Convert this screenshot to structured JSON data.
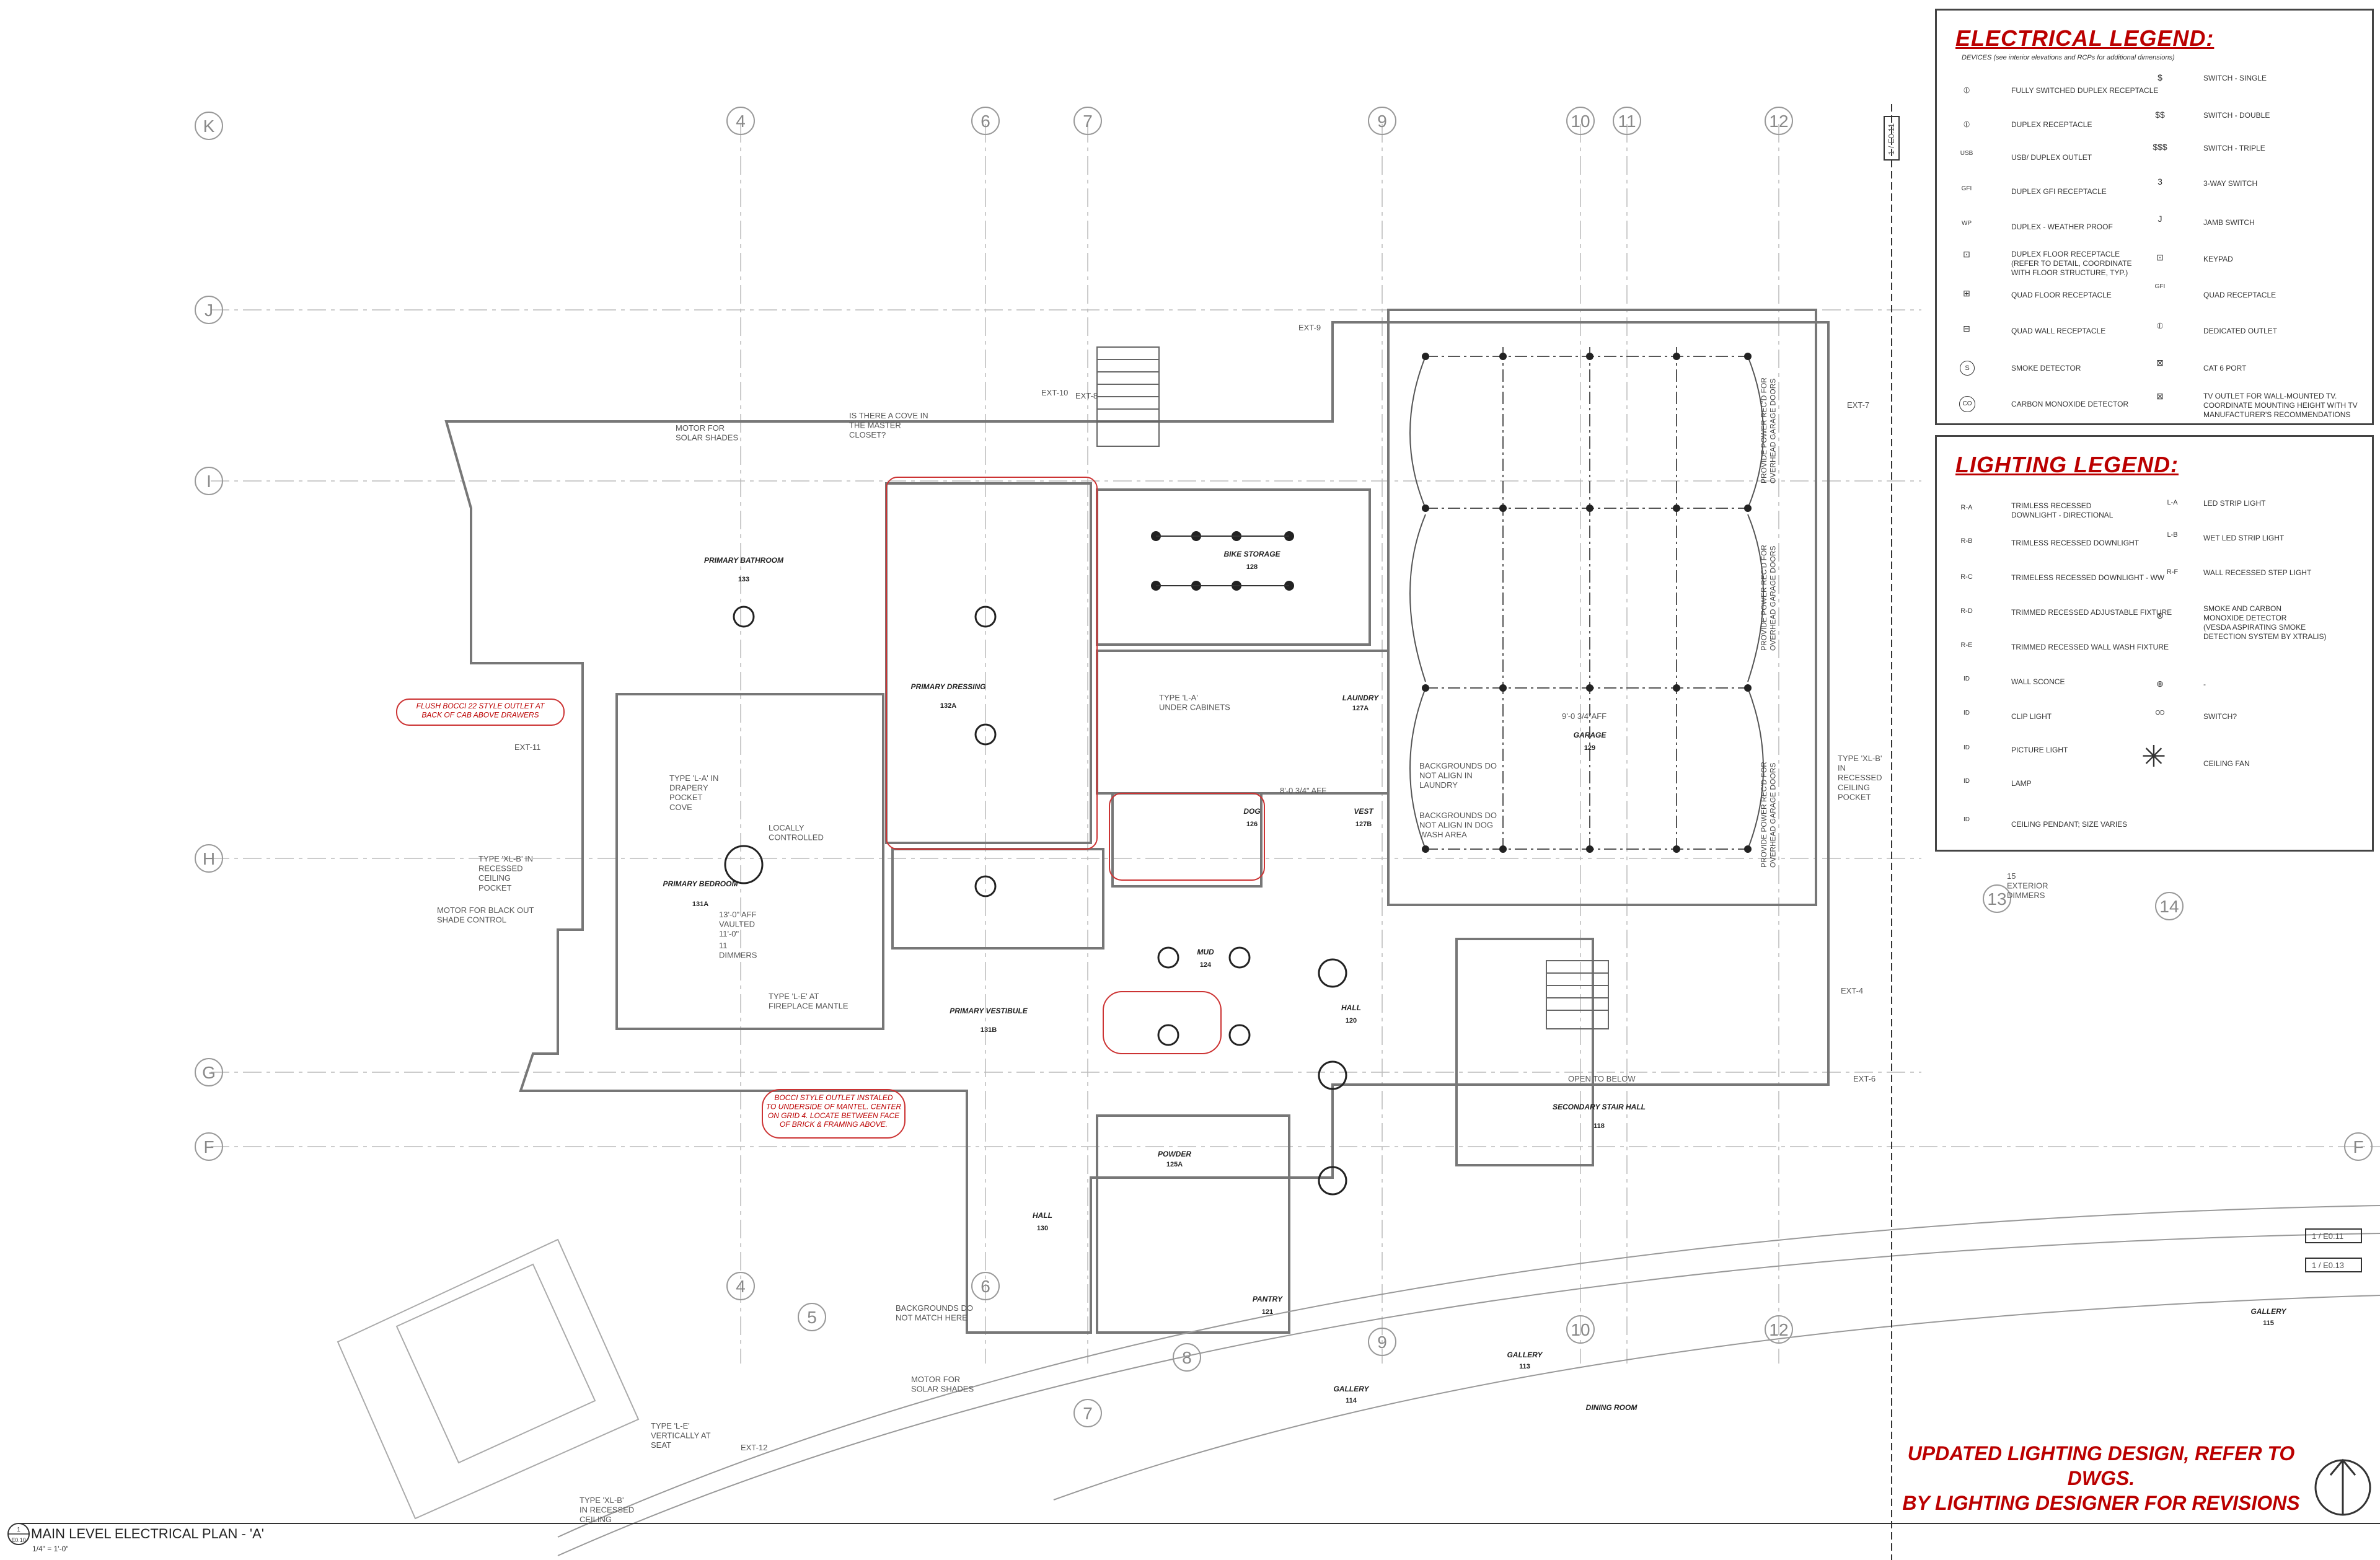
{
  "electrical_legend": {
    "title": "ELECTRICAL LEGEND:",
    "subtitle": "DEVICES (see interior elevations and RCPs for additional dimensions)",
    "left_items": [
      "FULLY SWITCHED DUPLEX RECEPTACLE",
      "DUPLEX RECEPTACLE",
      "USB/ DUPLEX OUTLET",
      "DUPLEX GFI RECEPTACLE",
      "DUPLEX - WEATHER PROOF",
      "DUPLEX FLOOR RECEPTACLE",
      "(REFER TO DETAIL, COORDINATE",
      "WITH FLOOR STRUCTURE, TYP.)",
      "QUAD FLOOR RECEPTACLE",
      "QUAD WALL RECEPTACLE",
      "SMOKE DETECTOR",
      "CARBON MONOXIDE DETECTOR"
    ],
    "left_symbols": [
      "USB",
      "GFI",
      "WP",
      "S",
      "CO"
    ],
    "right_items": [
      "SWITCH - SINGLE",
      "SWITCH - DOUBLE",
      "SWITCH - TRIPLE",
      "3-WAY SWITCH",
      "JAMB SWITCH",
      "KEYPAD",
      "QUAD RECEPTACLE",
      "DEDICATED OUTLET",
      "CAT 6 PORT",
      "TV OUTLET FOR WALL-MOUNTED TV.",
      "COORDINATE MOUNTING HEIGHT WITH TV",
      "MANUFACTURER'S RECOMMENDATIONS"
    ],
    "right_symbols": [
      "$",
      "$$",
      "$$$",
      "3",
      "J",
      "GFI"
    ]
  },
  "lighting_legend": {
    "title": "LIGHTING LEGEND:",
    "left_items": [
      "TRIMLESS RECESSED",
      "DOWNLIGHT - DIRECTIONAL",
      "TRIMLESS RECESSED DOWNLIGHT",
      "TRIMELESS RECESSED DOWNLIGHT - WW",
      "TRIMMED RECESSED ADJUSTABLE FIXTURE",
      "TRIMMED RECESSED WALL WASH FIXTURE",
      "WALL SCONCE",
      "CLIP LIGHT",
      "PICTURE LIGHT",
      "LAMP",
      "CEILING PENDANT; SIZE VARIES"
    ],
    "left_symbols": [
      "R-A",
      "R-B",
      "R-C",
      "R-D",
      "R-E",
      "ID",
      "ID",
      "ID",
      "ID",
      "ID"
    ],
    "right_items": [
      "LED STRIP LIGHT",
      "WET LED STRIP LIGHT",
      "WALL RECESSED STEP LIGHT",
      "SMOKE AND CARBON",
      "MONOXIDE DETECTOR",
      "(VESDA ASPIRATING SMOKE",
      "DETECTION SYSTEM BY XTRALIS)",
      "-",
      "SWITCH?",
      "CEILING FAN"
    ],
    "right_symbols": [
      "L-A",
      "L-B",
      "R-F",
      "OD"
    ]
  },
  "grid_top": [
    "4",
    "6",
    "7",
    "9",
    "10",
    "11",
    "12"
  ],
  "grid_left": [
    "K",
    "J",
    "I",
    "H",
    "G",
    "F"
  ],
  "grid_bottom": [
    "4",
    "5",
    "6",
    "7",
    "8",
    "9",
    "10",
    "12",
    "13",
    "14"
  ],
  "grid_right": [
    "F"
  ],
  "rooms": [
    {
      "name": "PRIMARY BATHROOM",
      "num": "133"
    },
    {
      "name": "PRIMARY DRESSING",
      "num": "132A"
    },
    {
      "name": "BIKE STORAGE",
      "num": "128"
    },
    {
      "name": "GARAGE",
      "num": "129"
    },
    {
      "name": "PRIMARY BEDROOM",
      "num": "131A"
    },
    {
      "name": "DOG",
      "num": "126"
    },
    {
      "name": "VEST",
      "num": "127B"
    },
    {
      "name": "MUD",
      "num": "124"
    },
    {
      "name": "PRIMARY VESTIBULE",
      "num": "131B"
    },
    {
      "name": "HALL",
      "num": "120"
    },
    {
      "name": "SECONDARY STAIR HALL",
      "num": "118"
    },
    {
      "name": "HALL",
      "num": "130"
    },
    {
      "name": "POWDER",
      "num": "125A"
    },
    {
      "name": "PANTRY",
      "num": "121"
    },
    {
      "name": "GALLERY",
      "num": "113"
    },
    {
      "name": "GALLERY",
      "num": "114"
    },
    {
      "name": "GALLERY",
      "num": "115"
    },
    {
      "name": "DINING ROOM",
      "num": ""
    },
    {
      "name": "LAUNDRY",
      "num": "127A"
    }
  ],
  "annotations": {
    "motor_solar": "MOTOR FOR\nSOLAR SHADES",
    "is_there_cove": "IS THERE A COVE IN\nTHE MASTER\nCLOSET?",
    "flush_bocci": "FLUSH BOCCI 22 STYLE OUTLET AT\nBACK OF CAB ABOVE DRAWERS",
    "type_la_drapery": "TYPE 'L-A' IN\nDRAPERY\nPOCKET\nCOVE",
    "locally_controlled": "LOCALLY\nCONTROLLED",
    "type_xlb_left": "TYPE 'XL-B' IN\nRECESSED\nCEILING\nPOCKET",
    "motor_blackout": "MOTOR FOR BLACK OUT\nSHADE CONTROL",
    "vaulted": "13'-0\" AFF\nVAULTED\n11'-0\"",
    "dimmers_11": "11\nDIMMERS",
    "type_le_fireplace": "TYPE 'L-E' AT\nFIREPLACE MANTLE",
    "bocci_mantel": "BOCCI STYLE OUTLET INSTALED\nTO UNDERSIDE OF MANTEL. CENTER\nON GRID 4. LOCATE BETWEEN FACE\nOF BRICK & FRAMING ABOVE.",
    "backgrounds_laundry": "BACKGROUNDS DO\nNOT ALIGN IN\nLAUNDRY",
    "backgrounds_dog": "BACKGROUNDS DO\nNOT ALIGN IN DOG\nWASH AREA",
    "type_xlb_right": "TYPE 'XL-B'\nIN\nRECESSED\nCEILING\nPOCKET",
    "exterior_dimmers": "15\nEXTERIOR\nDIMMERS",
    "garage_height": "9'-0 3/4\"AFF",
    "laundry_height": "8'-0 3/4\" AFF",
    "open_below": "OPEN TO BELOW",
    "under_cabinets": "TYPE 'L-A'\nUNDER CABINETS",
    "backgrounds_here": "BACKGROUNDS DO\nNOT MATCH HERE",
    "motor_solar_bottom": "MOTOR FOR\nSOLAR SHADES",
    "type_le_vertically": "TYPE 'L-E'\nVERTICALLY AT\nSEAT",
    "type_xlb_bottom": "TYPE 'XL-B'\nIN RECESSED\nCEILING",
    "power_overhead": "PROVIDE POWER REC'D FOR\nOVERHEAD GARAGE DOORS",
    "ext_labels": [
      "EXT-9",
      "EXT-10",
      "EXT-8",
      "EXT-7",
      "EXT-11",
      "EXT-4",
      "EXT-6",
      "EXT-12"
    ]
  },
  "revision_note": "UPDATED LIGHTING DESIGN, REFER TO DWGS.\nBY LIGHTING DESIGNER FOR REVISIONS",
  "title_block": {
    "name": "MAIN LEVEL ELECTRICAL PLAN - 'A'",
    "scale": "1/4\" = 1'-0\"",
    "detail_num": "1",
    "sheet": "E0.10"
  },
  "section_refs": [
    "1 / E0.11",
    "1 / E0.11",
    "1 / E0.13"
  ]
}
